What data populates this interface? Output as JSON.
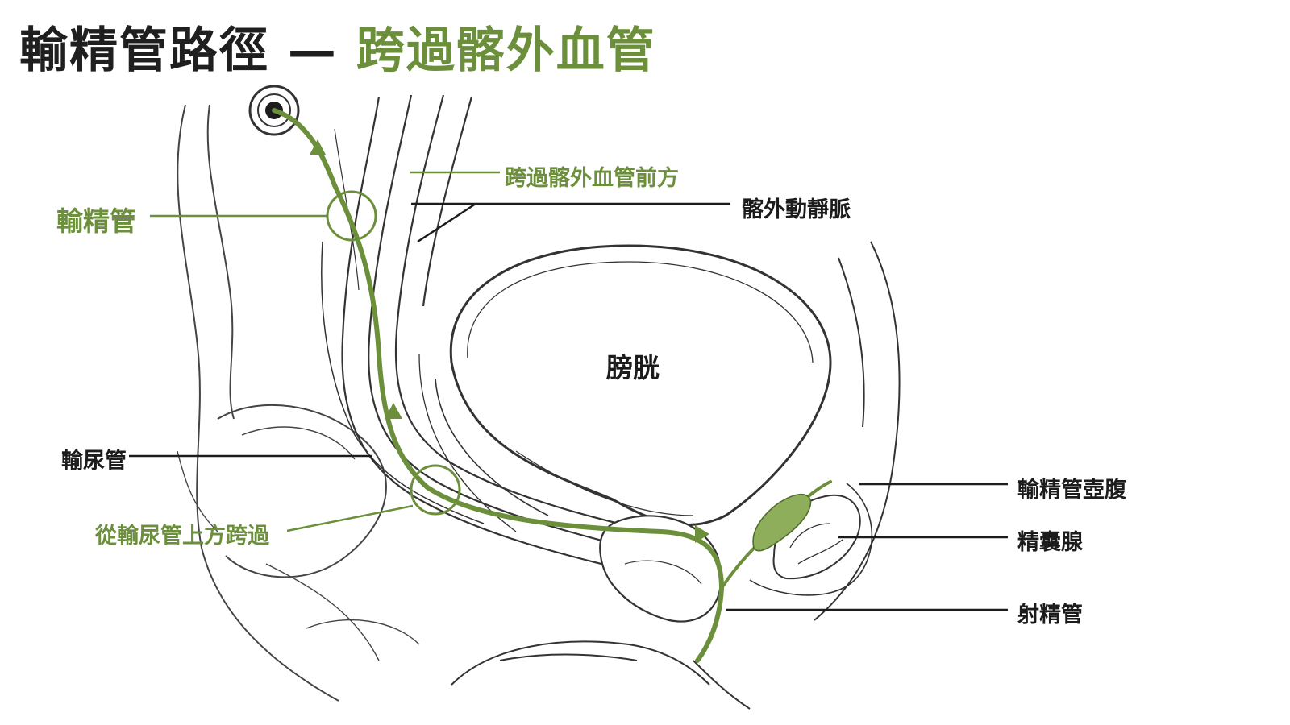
{
  "title": {
    "main": "輸精管路徑",
    "dash": "—",
    "accent": "跨過髂外血管"
  },
  "labels": {
    "vas_deferens": "輸精管",
    "cross_iliac": "跨過髂外血管前方",
    "iliac_vessels": "髂外動靜脈",
    "bladder": "膀胱",
    "ureter": "輸尿管",
    "cross_ureter": "從輸尿管上方跨過",
    "ampulla": "輸精管壺腹",
    "seminal_vesicle": "精囊腺",
    "ejaculatory_duct": "射精管"
  },
  "colors": {
    "accent": "#6b8f3a",
    "accent_fill": "#8fae5c",
    "ink": "#1c1c1c",
    "line": "#555555"
  }
}
